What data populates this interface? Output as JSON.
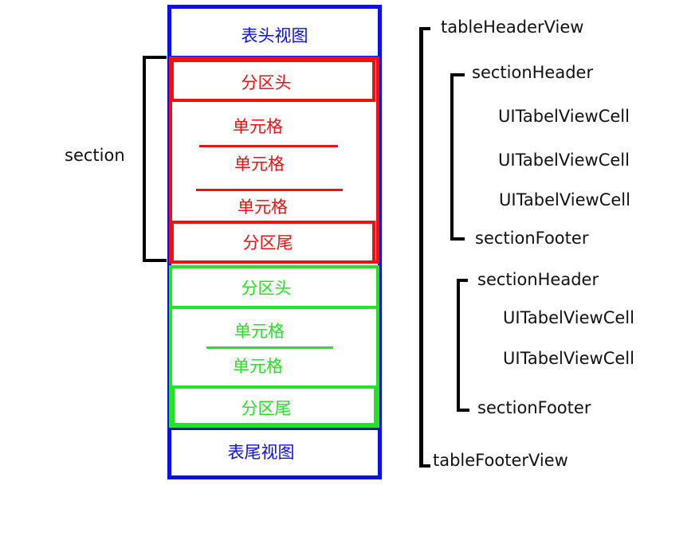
{
  "colors": {
    "table": "#0a10e6",
    "section1": "#ee1111",
    "section2": "#22e422",
    "brackets": "#000000"
  },
  "table": {
    "header_label": "表头视图",
    "footer_label": "表尾视图"
  },
  "section1": {
    "header_label": "分区头",
    "cells": [
      "单元格",
      "单元格",
      "单元格"
    ],
    "footer_label": "分区尾"
  },
  "section2": {
    "header_label": "分区头",
    "cells": [
      "单元格",
      "单元格"
    ],
    "footer_label": "分区尾"
  },
  "annotations": {
    "section": "section",
    "table_header_view": "tableHeaderView",
    "table_footer_view": "tableFooterView",
    "group1": {
      "section_header": "sectionHeader",
      "cells": [
        "UITabelViewCell",
        "UITabelViewCell",
        "UITabelViewCell"
      ],
      "section_footer": "sectionFooter"
    },
    "group2": {
      "section_header": "sectionHeader",
      "cells": [
        "UITabelViewCell",
        "UITabelViewCell"
      ],
      "section_footer": "sectionFooter"
    }
  }
}
